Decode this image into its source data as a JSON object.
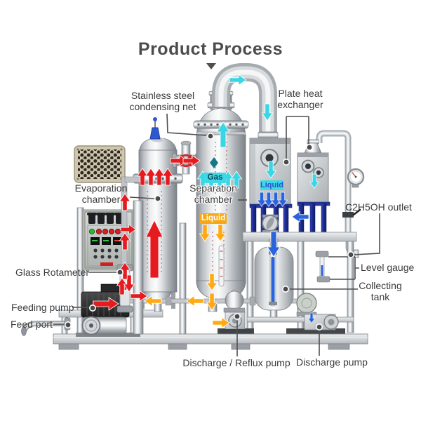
{
  "title": "Product Process",
  "labels": {
    "condensing_net_1": "Stainless steel",
    "condensing_net_2": "condensing net",
    "plate_hx_1": "Plate heat",
    "plate_hx_2": "exchanger",
    "evaporation_1": "Evaporation",
    "evaporation_2": "chamber",
    "separation_1": "Separation",
    "separation_2": "chamber",
    "gas": "Gas",
    "liquid_separation": "Liquid",
    "liquid_exchanger": "Liquid",
    "c2h5oh_outlet": "C2H5OH outlet",
    "glass_rotameter": "Glass Rotameter",
    "feeding_pump": "Feeding pump",
    "feed_port": "Feed port",
    "level_gauge": "Level gauge",
    "collecting_tank_1": "Collecting",
    "collecting_tank_2": "tank",
    "discharge_reflux_pump": "Discharge / Reflux pump",
    "discharge_pump": "Discharge pump"
  },
  "flow_colors": {
    "vapor_cyan": "#38d7e6",
    "feed_red": "#e61b1f",
    "reflux_yellow": "#ffaa13",
    "condensate_blue": "#2a64dd"
  },
  "chip_colors": {
    "gas_bg": "#3fd8e6",
    "gas_text": "#0f4a57",
    "liquid_separation_bg": "#f6a712",
    "liquid_separation_text": "#ffffff",
    "liquid_exchanger_bg": "#3fd8e6",
    "liquid_exchanger_text": "#2a52cc"
  },
  "annotation": {
    "leader_color": "#4f4f4f",
    "dot_color": "#4a4a4a",
    "title_color": "#4c4c4c"
  }
}
